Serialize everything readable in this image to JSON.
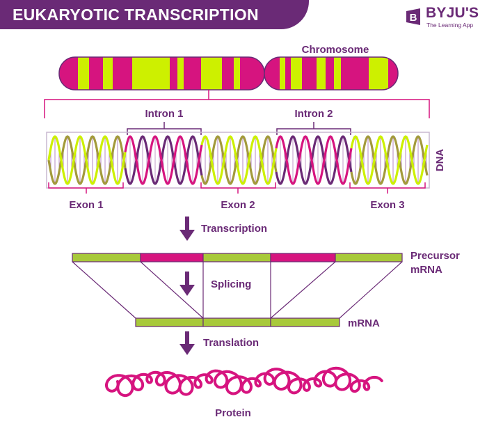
{
  "header": {
    "title": "EUKARYOTIC TRANSCRIPTION",
    "logo_text": "BYJU'S",
    "logo_tagline": "The Learning App",
    "logo_mark": "B"
  },
  "colors": {
    "purple": "#6a2a76",
    "magenta": "#d6147f",
    "lime": "#cdf000",
    "green": "#a8c93a",
    "banner": "#6a2a76"
  },
  "labels": {
    "chromosome": "Chromosome",
    "dna": "DNA",
    "intron_1": "Intron 1",
    "intron_2": "Intron 2",
    "exon_1": "Exon 1",
    "exon_2": "Exon 2",
    "exon_3": "Exon 3",
    "transcription": "Transcription",
    "precursor_line1": "Precursor",
    "precursor_line2": "mRNA",
    "splicing": "Splicing",
    "mrna": "mRNA",
    "translation": "Translation",
    "protein": "Protein"
  }
}
